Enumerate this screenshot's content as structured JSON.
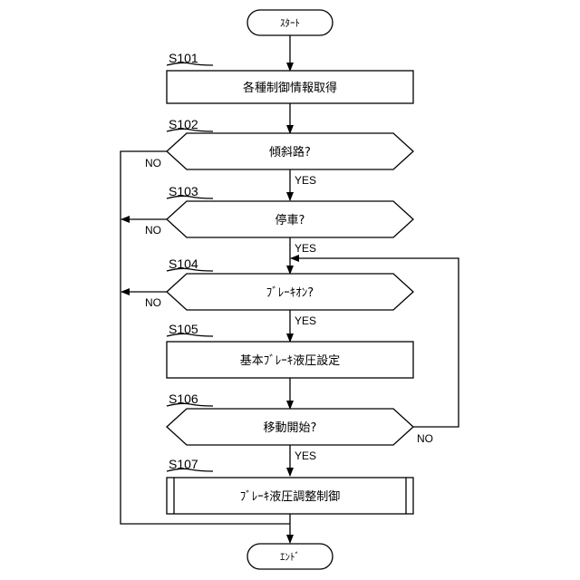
{
  "flowchart": {
    "start": "ｽﾀｰﾄ",
    "end": "ｴﾝﾄﾞ",
    "steps": [
      {
        "id": "S101",
        "text": "各種制御情報取得"
      },
      {
        "id": "S102",
        "text": "傾斜路?",
        "yes": "YES",
        "no": "NO"
      },
      {
        "id": "S103",
        "text": "停車?",
        "yes": "YES",
        "no": "NO"
      },
      {
        "id": "S104",
        "text": "ﾌﾞﾚｰｷｵﾝ?",
        "yes": "YES",
        "no": "NO"
      },
      {
        "id": "S105",
        "text": "基本ﾌﾞﾚｰｷ液圧設定"
      },
      {
        "id": "S106",
        "text": "移動開始?",
        "yes": "YES",
        "no": "NO"
      },
      {
        "id": "S107",
        "text": "ﾌﾞﾚｰｷ液圧調整制御"
      }
    ]
  }
}
